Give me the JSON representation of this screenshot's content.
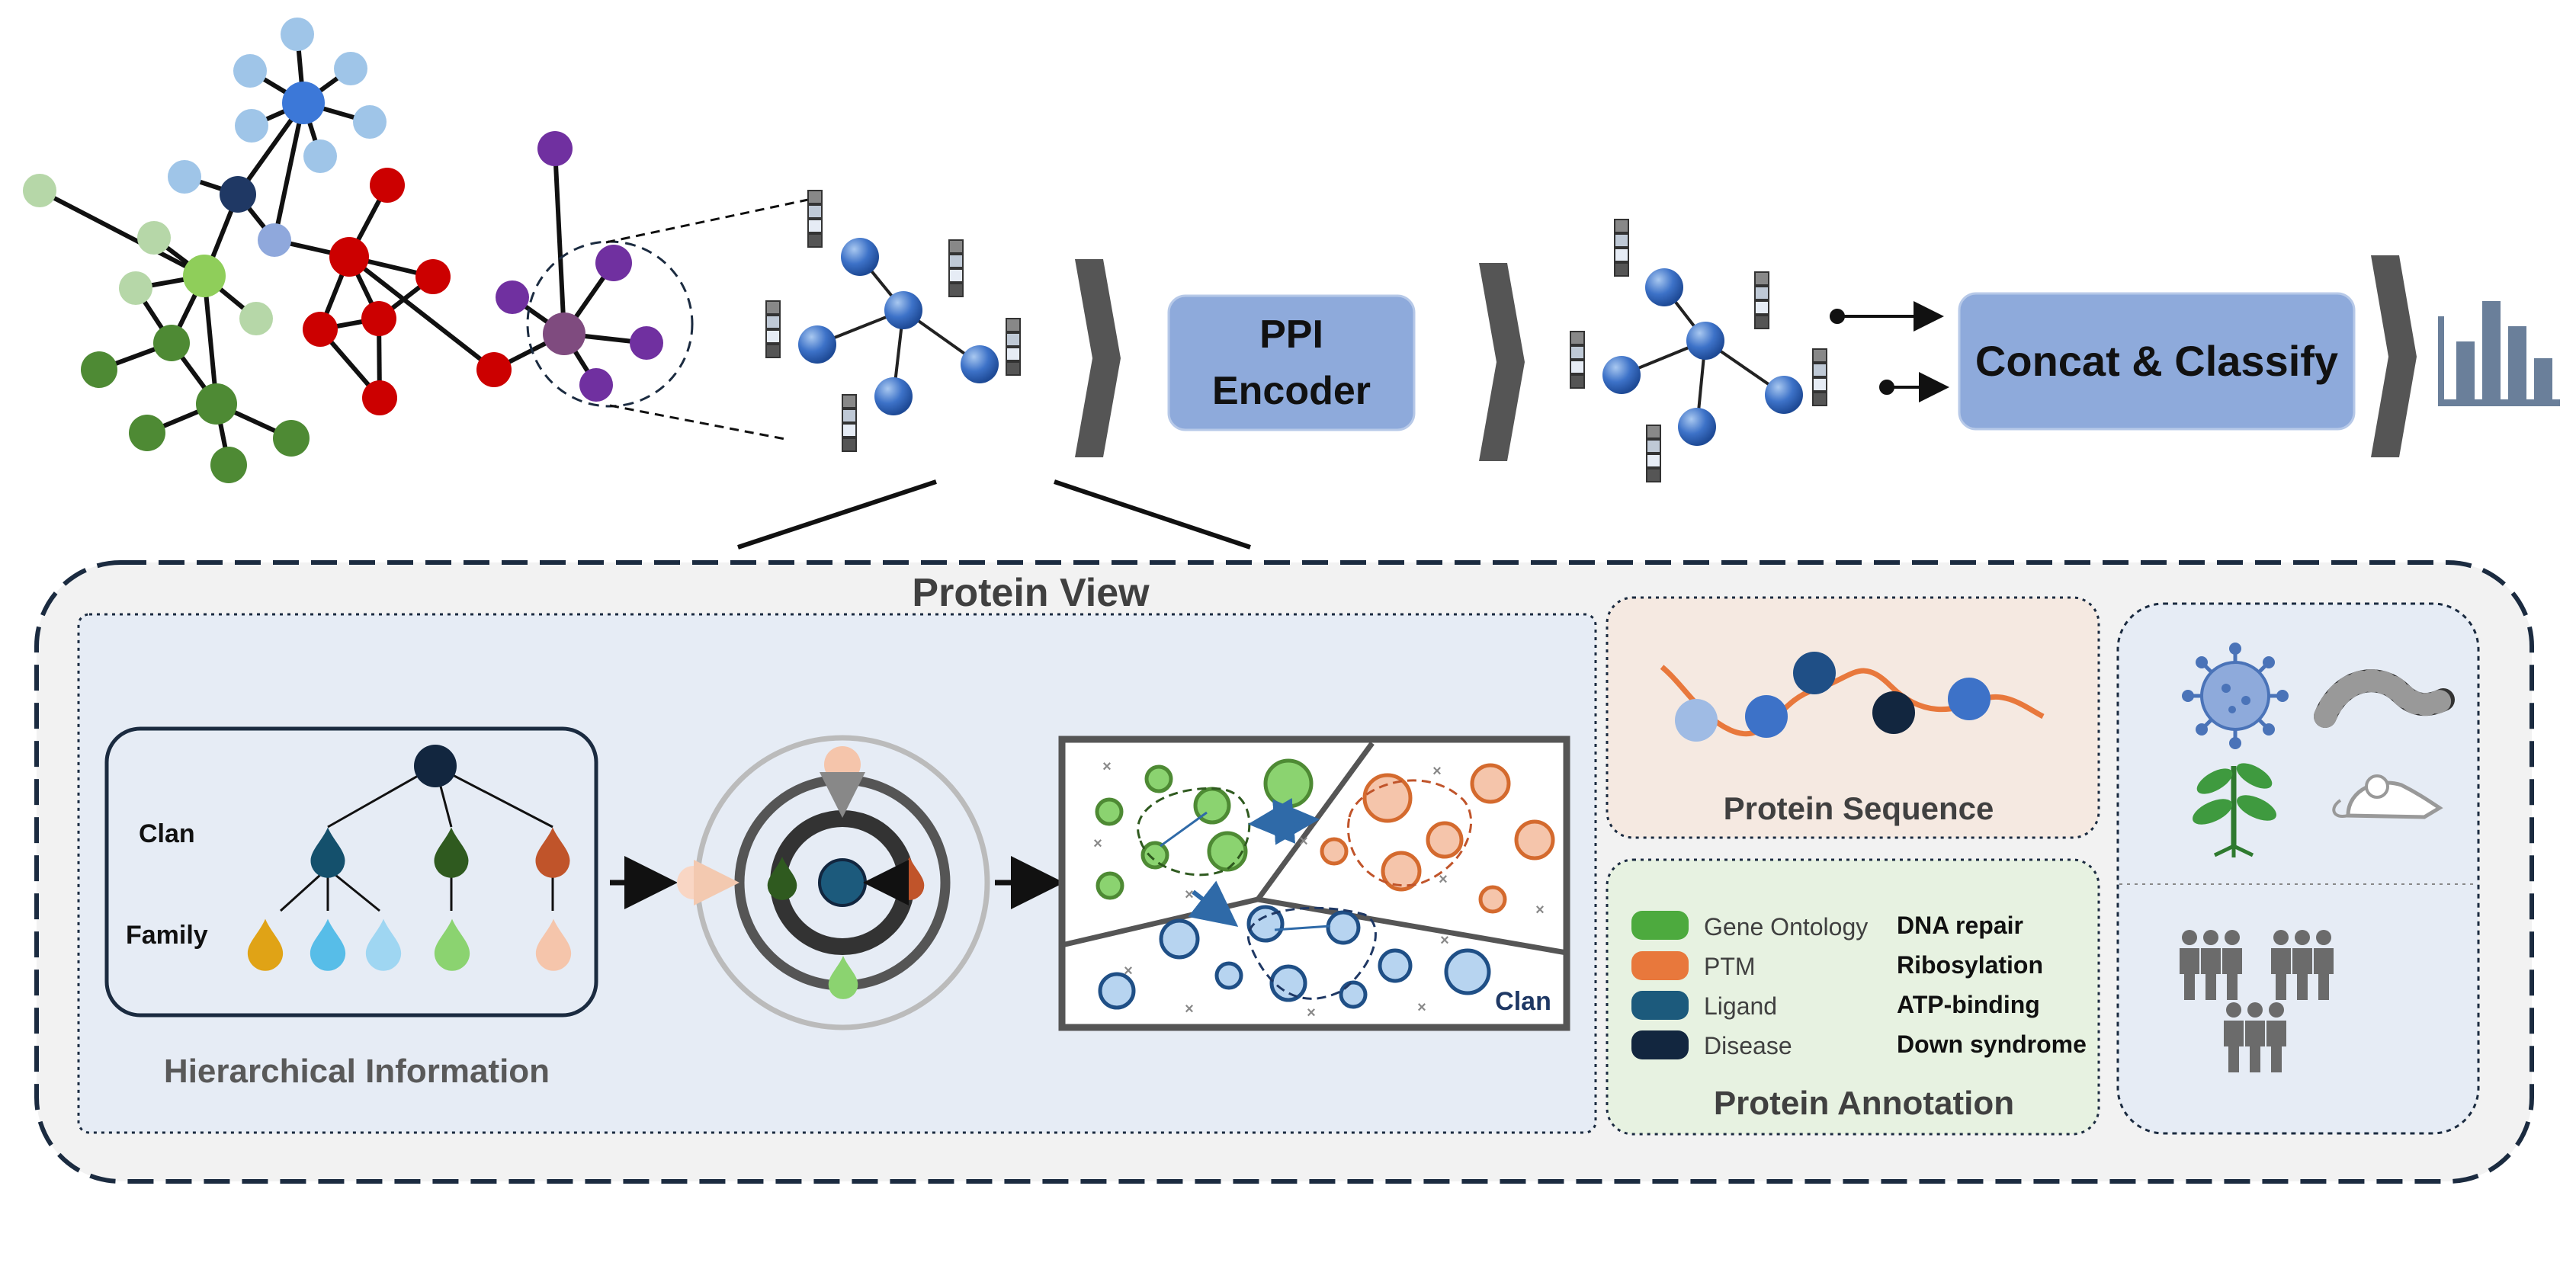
{
  "top": {
    "encoder_label": [
      "PPI",
      "Encoder"
    ],
    "classifier_label": "Concat & Classify"
  },
  "protein_view": {
    "title": "Protein View",
    "hierarchical": {
      "caption": "Hierarchical Information",
      "clan_label": "Clan",
      "family_label": "Family",
      "space_label": "Clan"
    },
    "sequence": {
      "caption": "Protein Sequence"
    },
    "annotation": {
      "caption": "Protein Annotation",
      "rows": [
        {
          "category": "Gene Ontology",
          "example": "DNA repair",
          "color": "#4daa3e"
        },
        {
          "category": "PTM",
          "example": "Ribosylation",
          "color": "#e8783c"
        },
        {
          "category": "Ligand",
          "example": "ATP-binding",
          "color": "#1c5a7c"
        },
        {
          "category": "Disease",
          "example": "Down syndrome",
          "color": "#12263f"
        }
      ]
    }
  },
  "colors": {
    "box_blue": "#8eaadb",
    "panel_blue": "#e6ecf5",
    "panel_peach": "#f5e9e1",
    "panel_green": "#e7f2e1",
    "outer_panel": "#f2f2f2",
    "dark_navy": "#1b2b40",
    "chevron": "#555555"
  },
  "icons": [
    "virus-icon",
    "worm-icon",
    "plant-icon",
    "mouse-icon",
    "people-icon",
    "bar-chart-icon"
  ]
}
